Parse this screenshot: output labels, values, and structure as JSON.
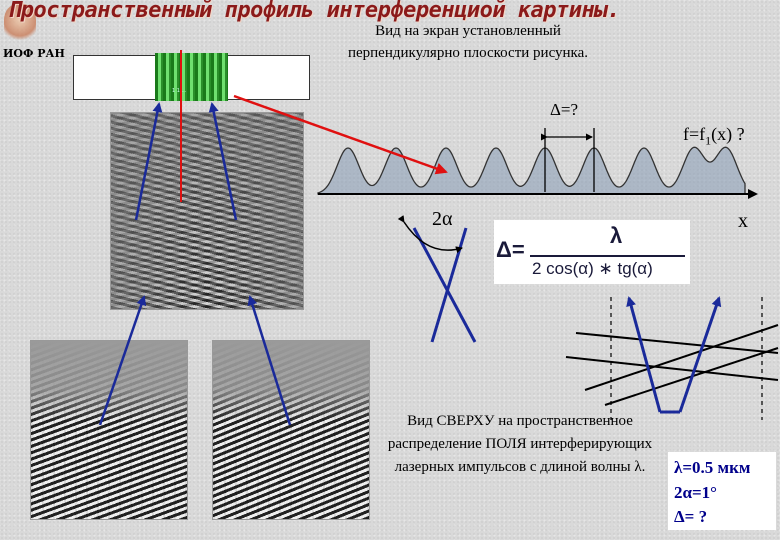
{
  "title": "Пространственный профиль интерференциой картины.",
  "org": "ИОФ РАН",
  "screen_caption": "1  1  ...",
  "desc_top": "Вид на экран установленный перпендикулярно плоскости рисунка.",
  "delta_question": "Δ=?",
  "f_function": {
    "main": "f=f",
    "sub": "1",
    "rest": "(x) ?"
  },
  "x_label": "x",
  "two_alpha": "2α",
  "formula": {
    "lhs": "Δ=",
    "numerator": "λ",
    "denominator": "2 cos(α) ∗ tg(α)"
  },
  "desc_bottom": "Вид СВЕРХУ на пространственное распределение ПОЛЯ интерферирующих лазерных импульсов с длиной волны λ.",
  "params": {
    "lambda": "λ=0.5 мкм",
    "alpha": "2α=1°",
    "delta": "Δ= ?"
  },
  "colors": {
    "title": "#8b1a1a",
    "arrow_blue": "#1a2a9a",
    "arrow_red": "#e01010",
    "params": "#00008b",
    "gauss_fill": "#8ea0b8"
  }
}
